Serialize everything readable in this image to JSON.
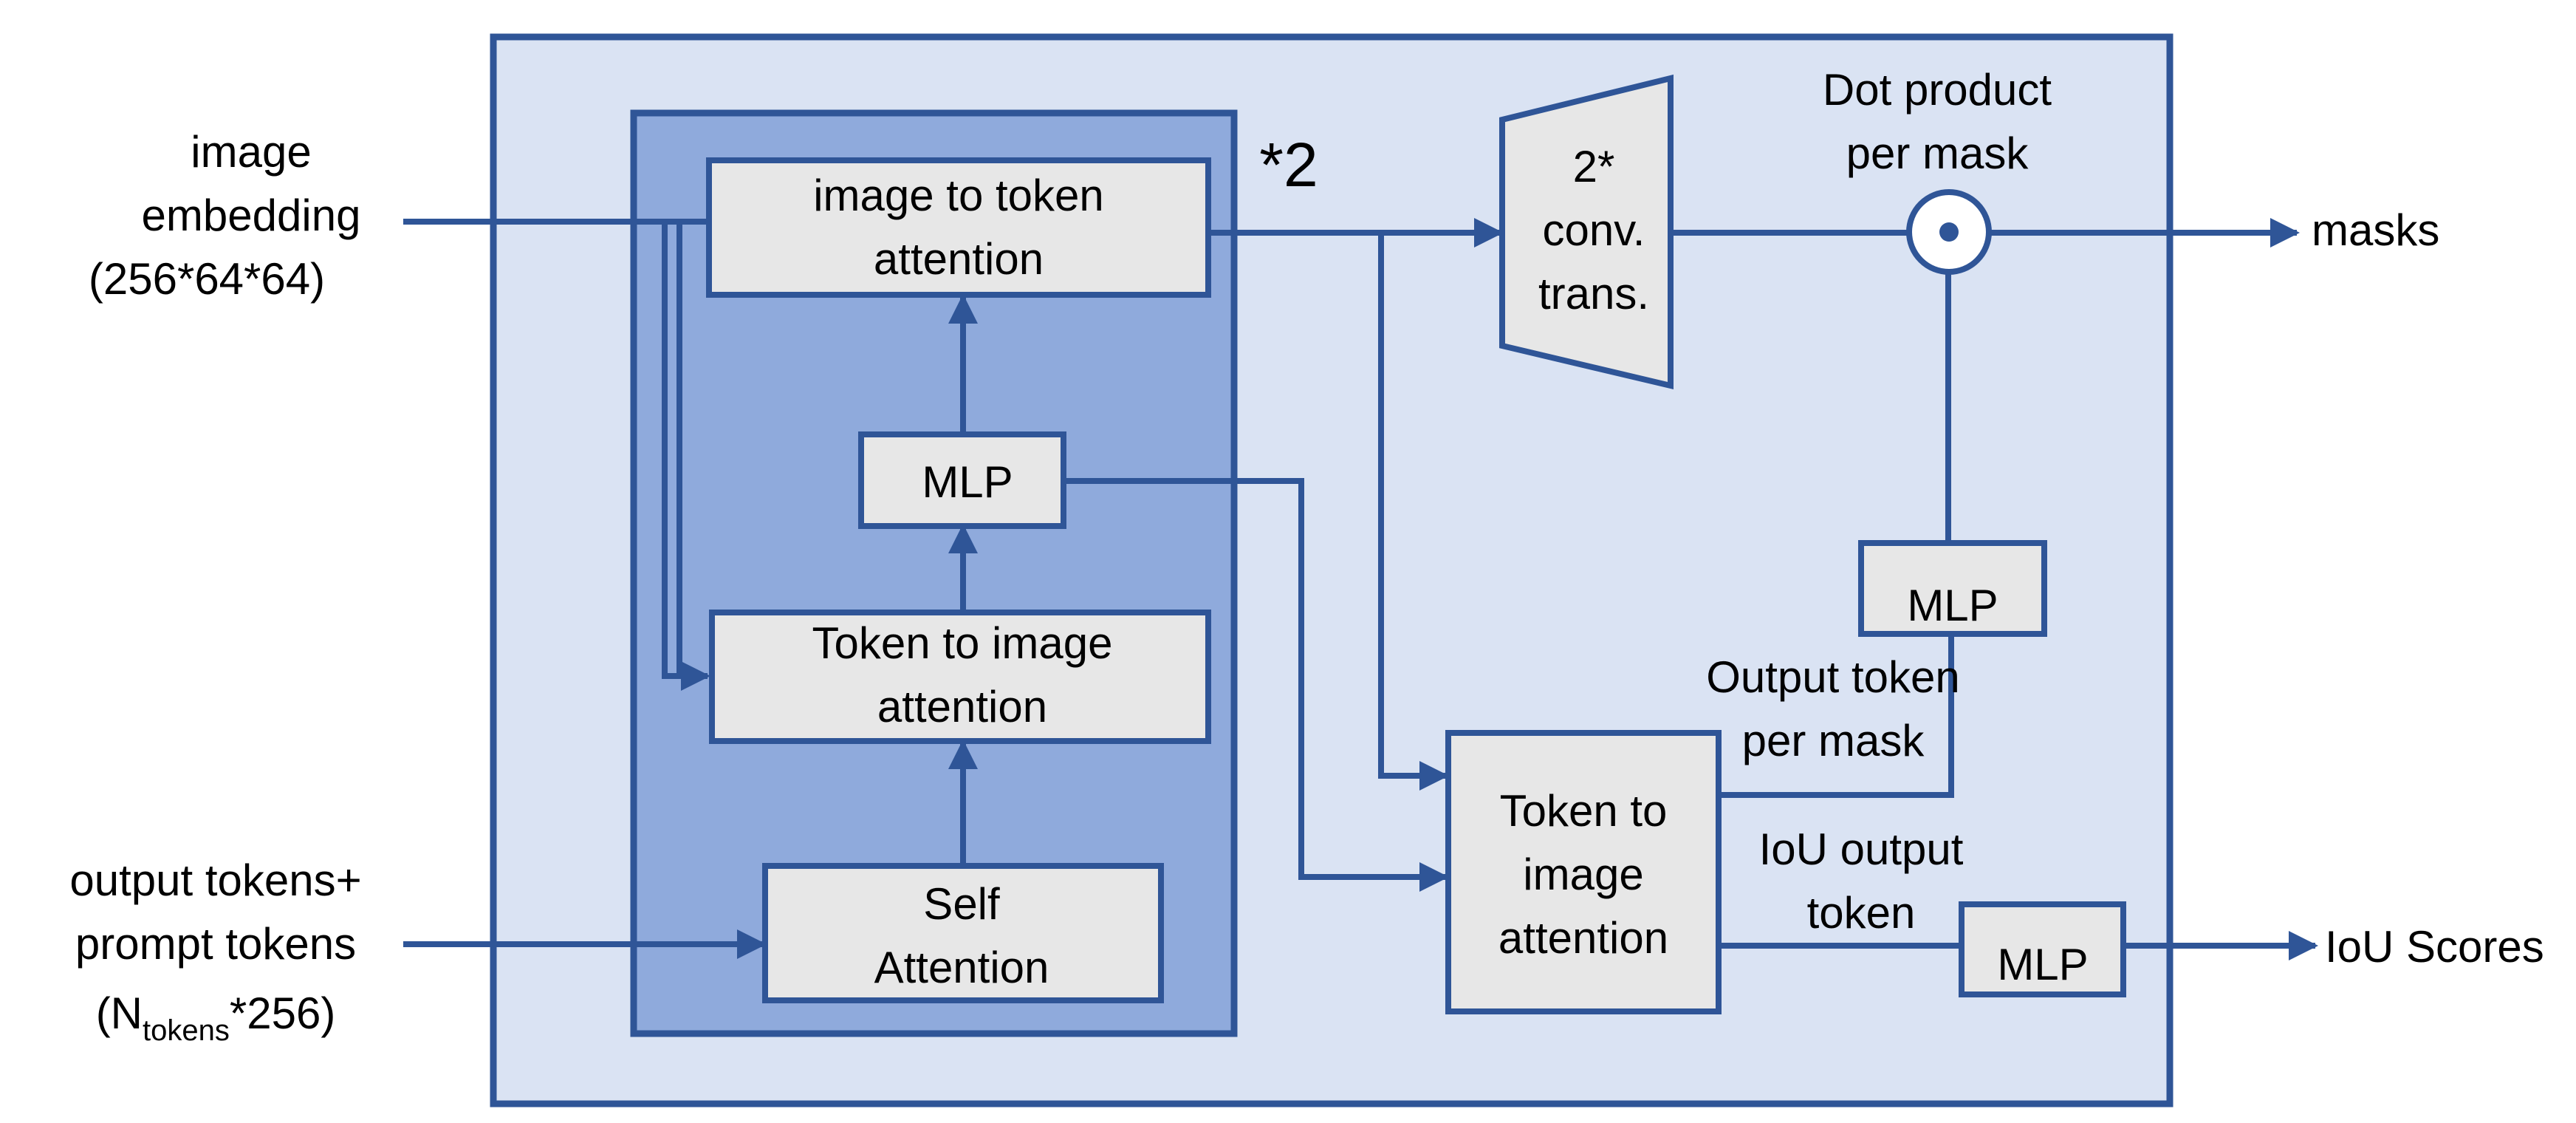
{
  "colors": {
    "stroke": "#2f5597",
    "outer_fill": "#dae3f3",
    "inner_fill": "#8faadc",
    "box_fill": "#e7e7e7",
    "text": "#000000"
  },
  "inputs": {
    "image_embedding": {
      "line1": "image",
      "line2": "embedding",
      "line3": "(256*64*64)"
    },
    "tokens": {
      "line1": "output tokens+",
      "line2": "prompt tokens",
      "line3_open": "(N",
      "line3_sub": "tokens",
      "line3_close": "*256)"
    }
  },
  "decoder_block": {
    "repeat": "*2",
    "image_to_token": {
      "line1": "image to token",
      "line2": "attention"
    },
    "mlp": "MLP",
    "token_to_image": {
      "line1": "Token to image",
      "line2": "attention"
    },
    "self_attention": {
      "line1": "Self",
      "line2": "Attention"
    }
  },
  "conv_trans": {
    "line1": "2*",
    "line2": "conv.",
    "line3": "trans."
  },
  "dot_product": {
    "line1": "Dot product",
    "line2": "per mask"
  },
  "mask_mlp": "MLP",
  "output_token_label": {
    "line1": "Output token",
    "line2": "per mask"
  },
  "final_token_to_image": {
    "line1": "Token to",
    "line2": "image",
    "line3": "attention"
  },
  "iou_token_label": {
    "line1": "IoU output",
    "line2": "token"
  },
  "iou_mlp": "MLP",
  "outputs": {
    "masks": "masks",
    "iou_scores": "IoU Scores"
  }
}
